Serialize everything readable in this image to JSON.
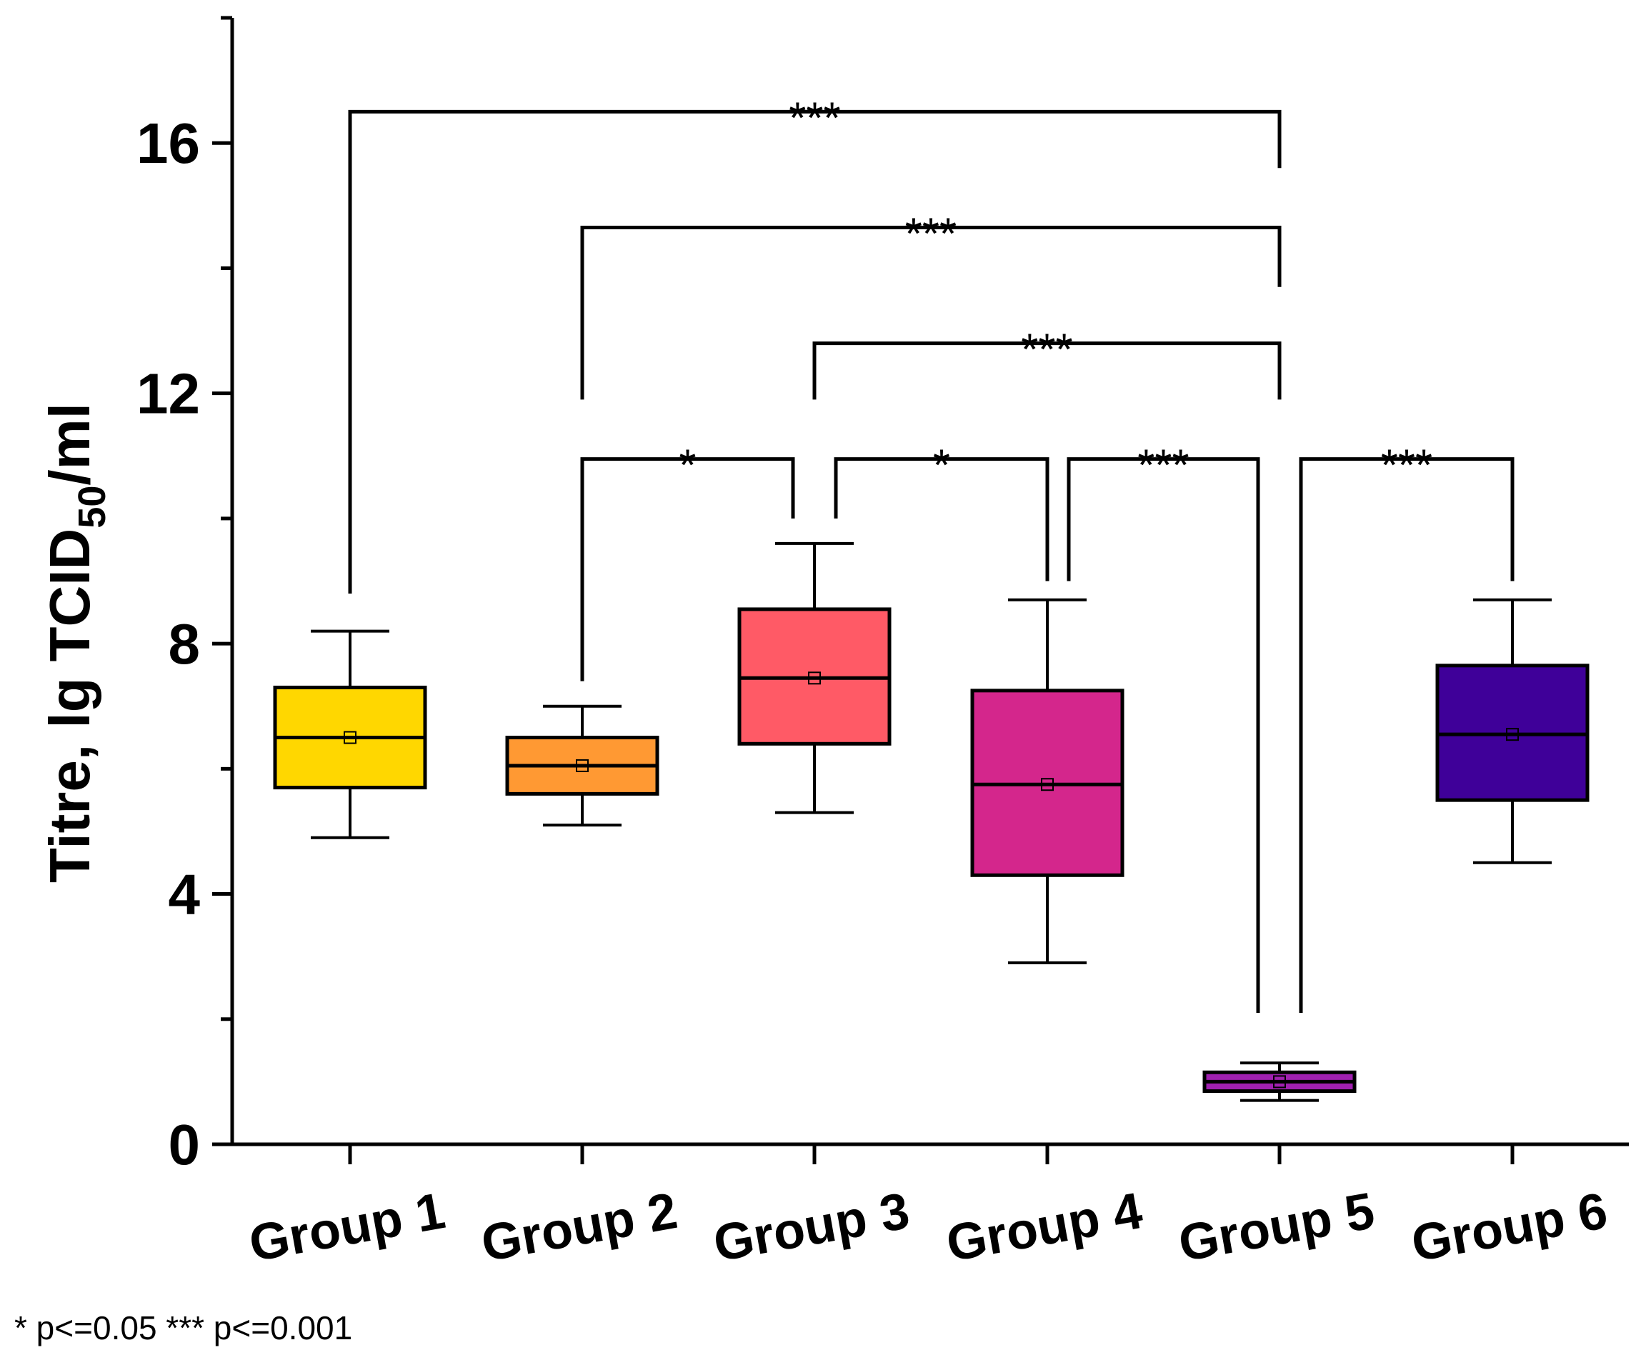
{
  "chart_data": {
    "type": "box",
    "title": "",
    "xlabel": "",
    "ylabel": {
      "prefix": "Titre, lg TCID",
      "subscript": "50",
      "suffix": "/ml"
    },
    "ylim": [
      0,
      18
    ],
    "y_ticks": [
      0,
      4,
      8,
      12,
      16
    ],
    "y_minor_ticks": [
      2,
      6,
      10,
      14,
      18
    ],
    "categories": [
      "Group 1",
      "Group 2",
      "Group 3",
      "Group 4",
      "Group 5",
      "Group 6"
    ],
    "boxes": [
      {
        "name": "Group 1",
        "whisker_low": 4.9,
        "q1": 5.7,
        "median": 6.5,
        "q3": 7.3,
        "whisker_high": 8.2,
        "mean": 6.5,
        "color": "#FFD700"
      },
      {
        "name": "Group 2",
        "whisker_low": 5.1,
        "q1": 5.6,
        "median": 6.05,
        "q3": 6.5,
        "whisker_high": 7.0,
        "mean": 6.05,
        "color": "#FF9933"
      },
      {
        "name": "Group 3",
        "whisker_low": 5.3,
        "q1": 6.4,
        "median": 7.45,
        "q3": 8.55,
        "whisker_high": 9.6,
        "mean": 7.45,
        "color": "#FF5A66"
      },
      {
        "name": "Group 4",
        "whisker_low": 2.9,
        "q1": 4.3,
        "median": 5.75,
        "q3": 7.25,
        "whisker_high": 8.7,
        "mean": 5.75,
        "color": "#D4268C"
      },
      {
        "name": "Group 5",
        "whisker_low": 0.7,
        "q1": 0.85,
        "median": 1.0,
        "q3": 1.15,
        "whisker_high": 1.3,
        "mean": 1.0,
        "color": "#A020B0"
      },
      {
        "name": "Group 6",
        "whisker_low": 4.5,
        "q1": 5.5,
        "median": 6.55,
        "q3": 7.65,
        "whisker_high": 8.7,
        "mean": 6.55,
        "color": "#3F0099"
      }
    ],
    "significance": [
      {
        "from": 0,
        "to": 4,
        "label": "***",
        "y": 16.5,
        "left_end": 8.8,
        "right_end": 15.6
      },
      {
        "from": 1,
        "to": 4,
        "label": "***",
        "y": 14.65,
        "left_end": 11.9,
        "right_end": 13.7
      },
      {
        "from": 2,
        "to": 4,
        "label": "***",
        "y": 12.8,
        "left_end": 11.9,
        "right_end": 11.9
      },
      {
        "from": 1,
        "to": 2,
        "label": "*",
        "y": 10.95,
        "left_end": 7.4,
        "right_end": 10.0
      },
      {
        "from": 2,
        "to": 3,
        "label": "*",
        "y": 10.95,
        "left_end": 10.0,
        "right_end": 9.0
      },
      {
        "from": 3,
        "to": 4,
        "label": "***",
        "y": 10.95,
        "left_end": 9.0,
        "right_end": 2.1
      },
      {
        "from": 4,
        "to": 5,
        "label": "***",
        "y": 10.95,
        "left_end": 2.1,
        "right_end": 9.0
      }
    ],
    "footnote": "* p<=0.05  *** p<=0.001"
  }
}
